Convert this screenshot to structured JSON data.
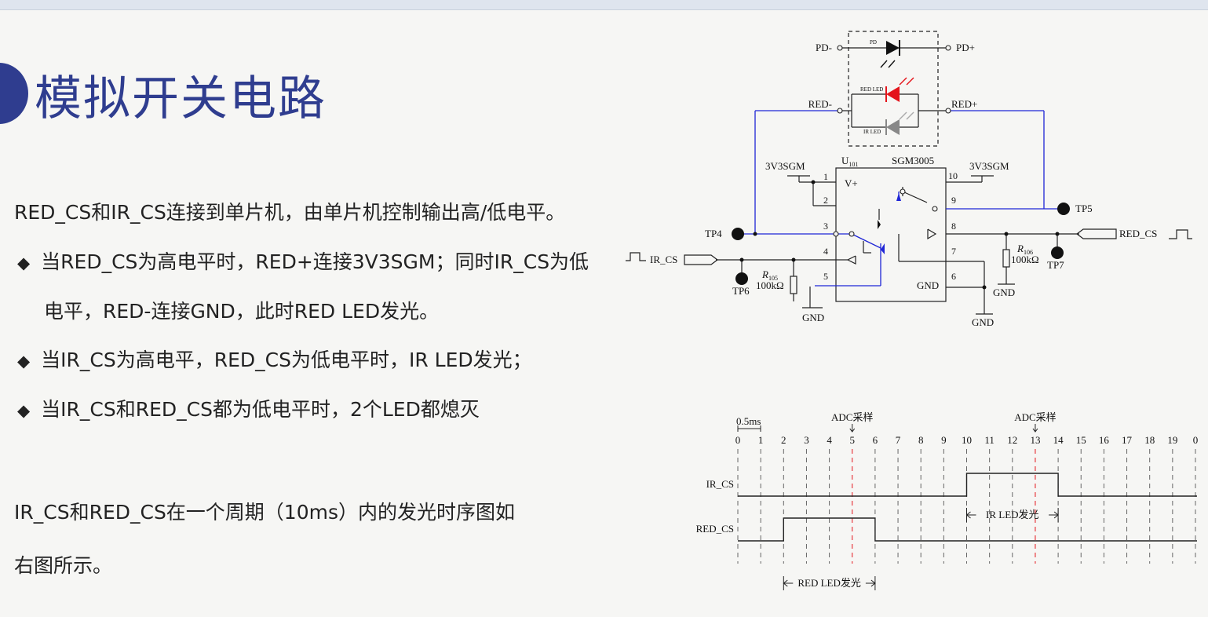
{
  "title": "模拟开关电路",
  "intro": "RED_CS和IR_CS连接到单片机，由单片机控制输出高/低电平。",
  "bullet_glyph": "◆",
  "bullets": [
    "当RED_CS为高电平时，RED+连接3V3SGM；同时IR_CS为低",
    "电平，RED-连接GND，此时RED LED发光。",
    "当IR_CS为高电平，RED_CS为低电平时，IR LED发光；",
    "当IR_CS和RED_CS都为低电平时，2个LED都熄灭"
  ],
  "footer_line1": "IR_CS和RED_CS在一个周期（10ms）内的发光时序图如",
  "footer_line2": "右图所示。",
  "colors": {
    "title": "#2f3d8f",
    "wire_blue": "#1f26d6",
    "red_led": "#e4141b",
    "adc_marker": "#e4141b"
  },
  "schematic": {
    "pd_minus": "PD-",
    "pd_plus": "PD+",
    "pd_tag": "PD",
    "red_minus": "RED-",
    "red_plus": "RED+",
    "red_led_tag": "RED LED",
    "ir_led_tag": "IR LED",
    "u_prefix": "U",
    "u_sub": "101",
    "part": "SGM3005",
    "vplus": "V+",
    "gnd_inside": "GND",
    "supply_left": "3V3SGM",
    "supply_right": "3V3SGM",
    "pins": [
      "1",
      "2",
      "3",
      "4",
      "5",
      "6",
      "7",
      "8",
      "9",
      "10"
    ],
    "tp4": "TP4",
    "tp5": "TP5",
    "tp6": "TP6",
    "tp7": "TP7",
    "ir_cs": "IR_CS",
    "red_cs": "RED_CS",
    "r105_letter": "R",
    "r105_sub": "105",
    "r105_val": "100kΩ",
    "r106_letter": "R",
    "r106_sub": "106",
    "r106_val": "100kΩ",
    "gnd": "GND"
  },
  "timing": {
    "scale_label": "0.5ms",
    "ticks": [
      "0",
      "1",
      "2",
      "3",
      "4",
      "5",
      "6",
      "7",
      "8",
      "9",
      "10",
      "11",
      "12",
      "13",
      "14",
      "15",
      "16",
      "17",
      "18",
      "19",
      "0"
    ],
    "adc_label": "ADC采样",
    "adc_ticks": [
      5,
      13
    ],
    "rows": [
      {
        "name": "IR_CS",
        "high_from": 10,
        "high_to": 14
      },
      {
        "name": "RED_CS",
        "high_from": 2,
        "high_to": 6
      }
    ],
    "ir_span_label": "IR LED发光",
    "red_span_label": "RED LED发光"
  }
}
